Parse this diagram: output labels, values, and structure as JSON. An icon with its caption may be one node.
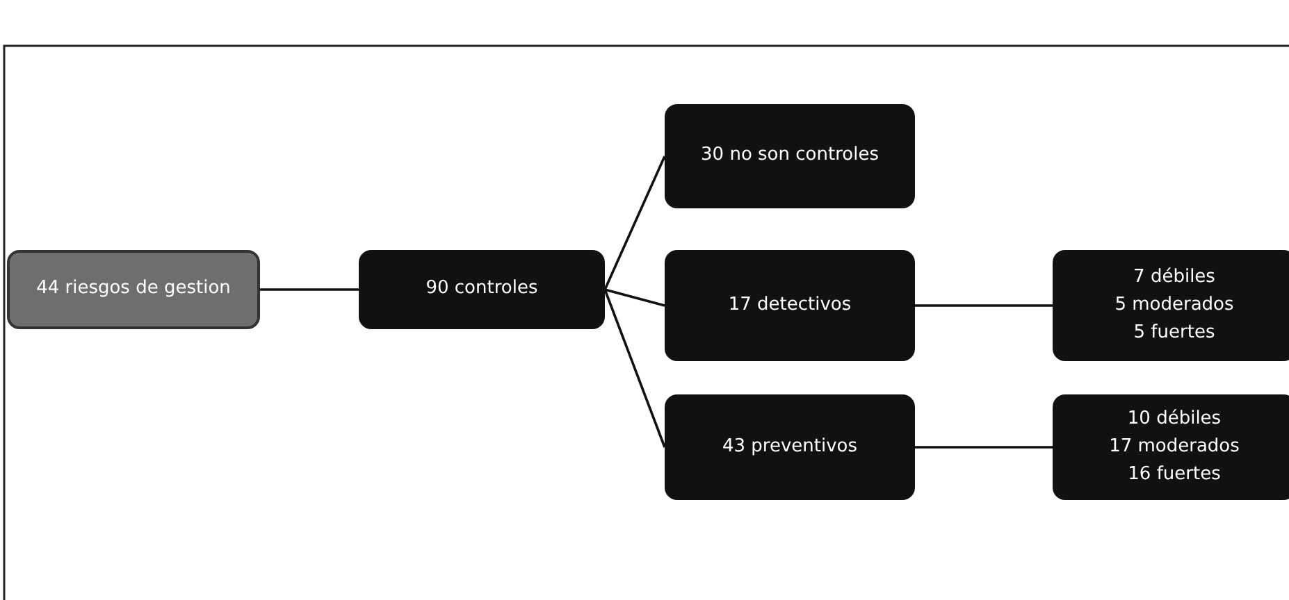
{
  "diagram": {
    "nodes": [
      {
        "text": [
          "44 riesgos de gestion"
        ]
      },
      {
        "text": [
          "90 controles"
        ]
      },
      {
        "text": [
          "30 no son controles"
        ]
      },
      {
        "text": [
          "17 detectivos"
        ]
      },
      {
        "text": [
          "43 preventivos"
        ]
      },
      {
        "text": [
          "7 débiles",
          "5 moderados",
          "5 fuertes"
        ]
      },
      {
        "text": [
          "10 débiles",
          "17 moderados",
          "16 fuertes"
        ]
      }
    ],
    "edges": [
      {
        "from": 0,
        "to": 1,
        "arrow": "none"
      },
      {
        "from": 1,
        "to": 2,
        "arrow": "none"
      },
      {
        "from": 1,
        "to": 3,
        "arrow": "none"
      },
      {
        "from": 1,
        "to": 4,
        "arrow": "none"
      },
      {
        "from": 3,
        "to": 5,
        "arrow": "none"
      },
      {
        "from": 4,
        "to": 6,
        "arrow": "none"
      }
    ]
  }
}
